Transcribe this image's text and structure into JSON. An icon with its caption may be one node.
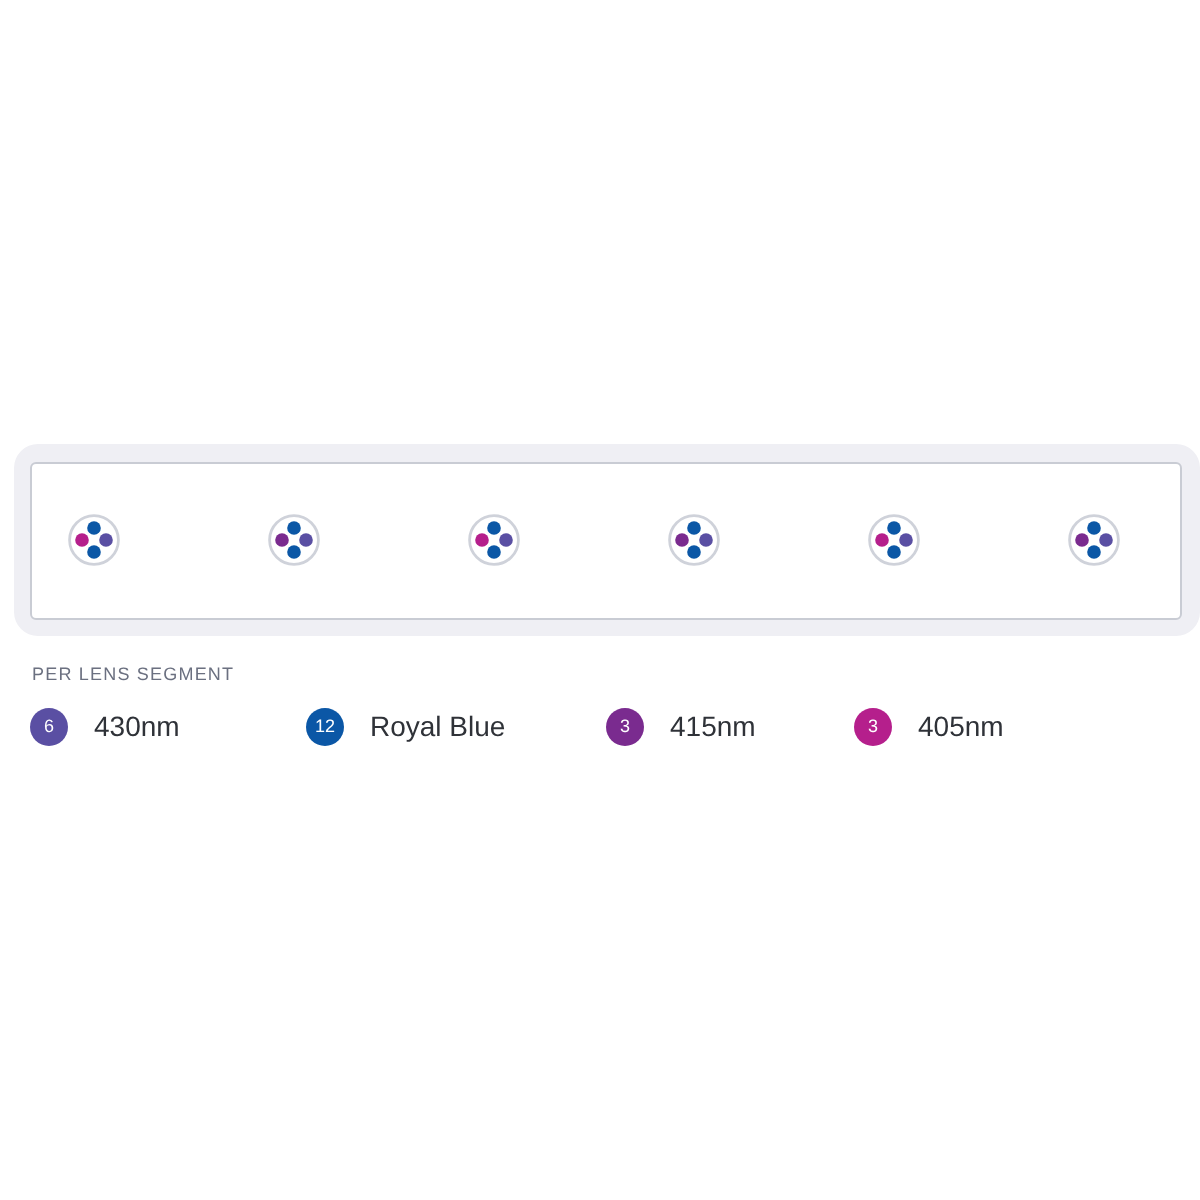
{
  "diagram": {
    "labels": [
      "PER LENS SEGMENT",
      "6",
      "12",
      "3",
      "3"
    ],
    "legend": [
      {
        "text": "430nm",
        "color": "#5a4fa3"
      },
      {
        "text": "Royal Blue",
        "color": "#0b57a6"
      },
      {
        "text": "415nm",
        "color": "#7a2b8f"
      },
      {
        "text": "405nm",
        "color": "#b51f8c"
      }
    ]
  }
}
